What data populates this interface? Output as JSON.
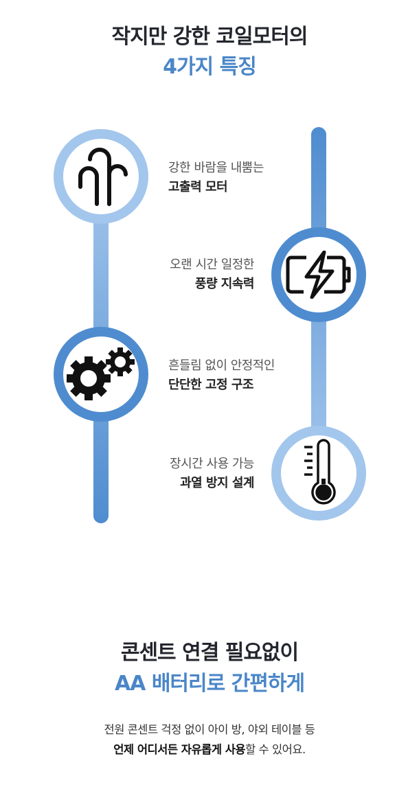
{
  "header": {
    "line1": "작지만 강한 코일모터의",
    "line2": "4가지 특징"
  },
  "features": [
    {
      "sub": "강한 바람을 내뿜는",
      "title": "고출력 모터",
      "icon": "wind-icon"
    },
    {
      "sub": "오랜 시간 일정한",
      "title": "풍량 지속력",
      "icon": "battery-charging-icon"
    },
    {
      "sub": "흔들림 없이 안정적인",
      "title": "단단한 고정 구조",
      "icon": "gears-icon"
    },
    {
      "sub": "장시간 사용 가능",
      "title": "과열 방지 설계",
      "icon": "thermometer-icon"
    }
  ],
  "bottom": {
    "line1": "콘센트 연결 필요없이",
    "line2": "AA 배터리로 간편하게",
    "body1": "전원 콘센트 걱정 없이 아이 방, 야외 테이블 등",
    "body2_bold": "언제 어디서든 자유롭게 사용",
    "body2_rest": "할 수 있어요."
  },
  "colors": {
    "light": "#a3c6ec",
    "dark": "#4f8ccf",
    "accent": "#4a86c8"
  }
}
